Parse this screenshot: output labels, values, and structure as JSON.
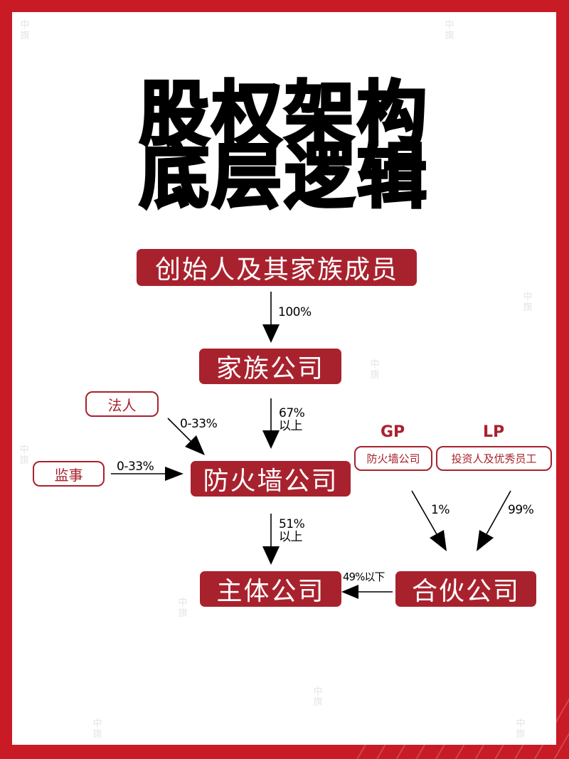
{
  "title": {
    "line1": "股权架构",
    "line2": "底层逻辑"
  },
  "colors": {
    "frame": "#c81b26",
    "box": "#a8222e",
    "text_on_box": "#ffffff",
    "arrow": "#000000"
  },
  "nodes": {
    "founder": "创始人及其家族成员",
    "family_company": "家族公司",
    "legal_person": "法人",
    "supervisor": "监事",
    "firewall_company": "防火墙公司",
    "gp_label": "GP",
    "lp_label": "LP",
    "gp_firewall": "防火墙公司",
    "lp_investors": "投资人及优秀员工",
    "main_company": "主体公司",
    "partnership": "合伙公司"
  },
  "edges": {
    "founder_to_family": "100%",
    "family_to_firewall_1": "67%",
    "family_to_firewall_2": "以上",
    "legal_to_firewall": "0-33%",
    "supervisor_to_firewall": "0-33%",
    "firewall_to_main_1": "51%",
    "firewall_to_main_2": "以上",
    "gp_to_partnership": "1%",
    "lp_to_partnership": "99%",
    "partnership_to_main": "49%以下"
  },
  "watermark": {
    "char1": "中",
    "char2": "旗"
  }
}
